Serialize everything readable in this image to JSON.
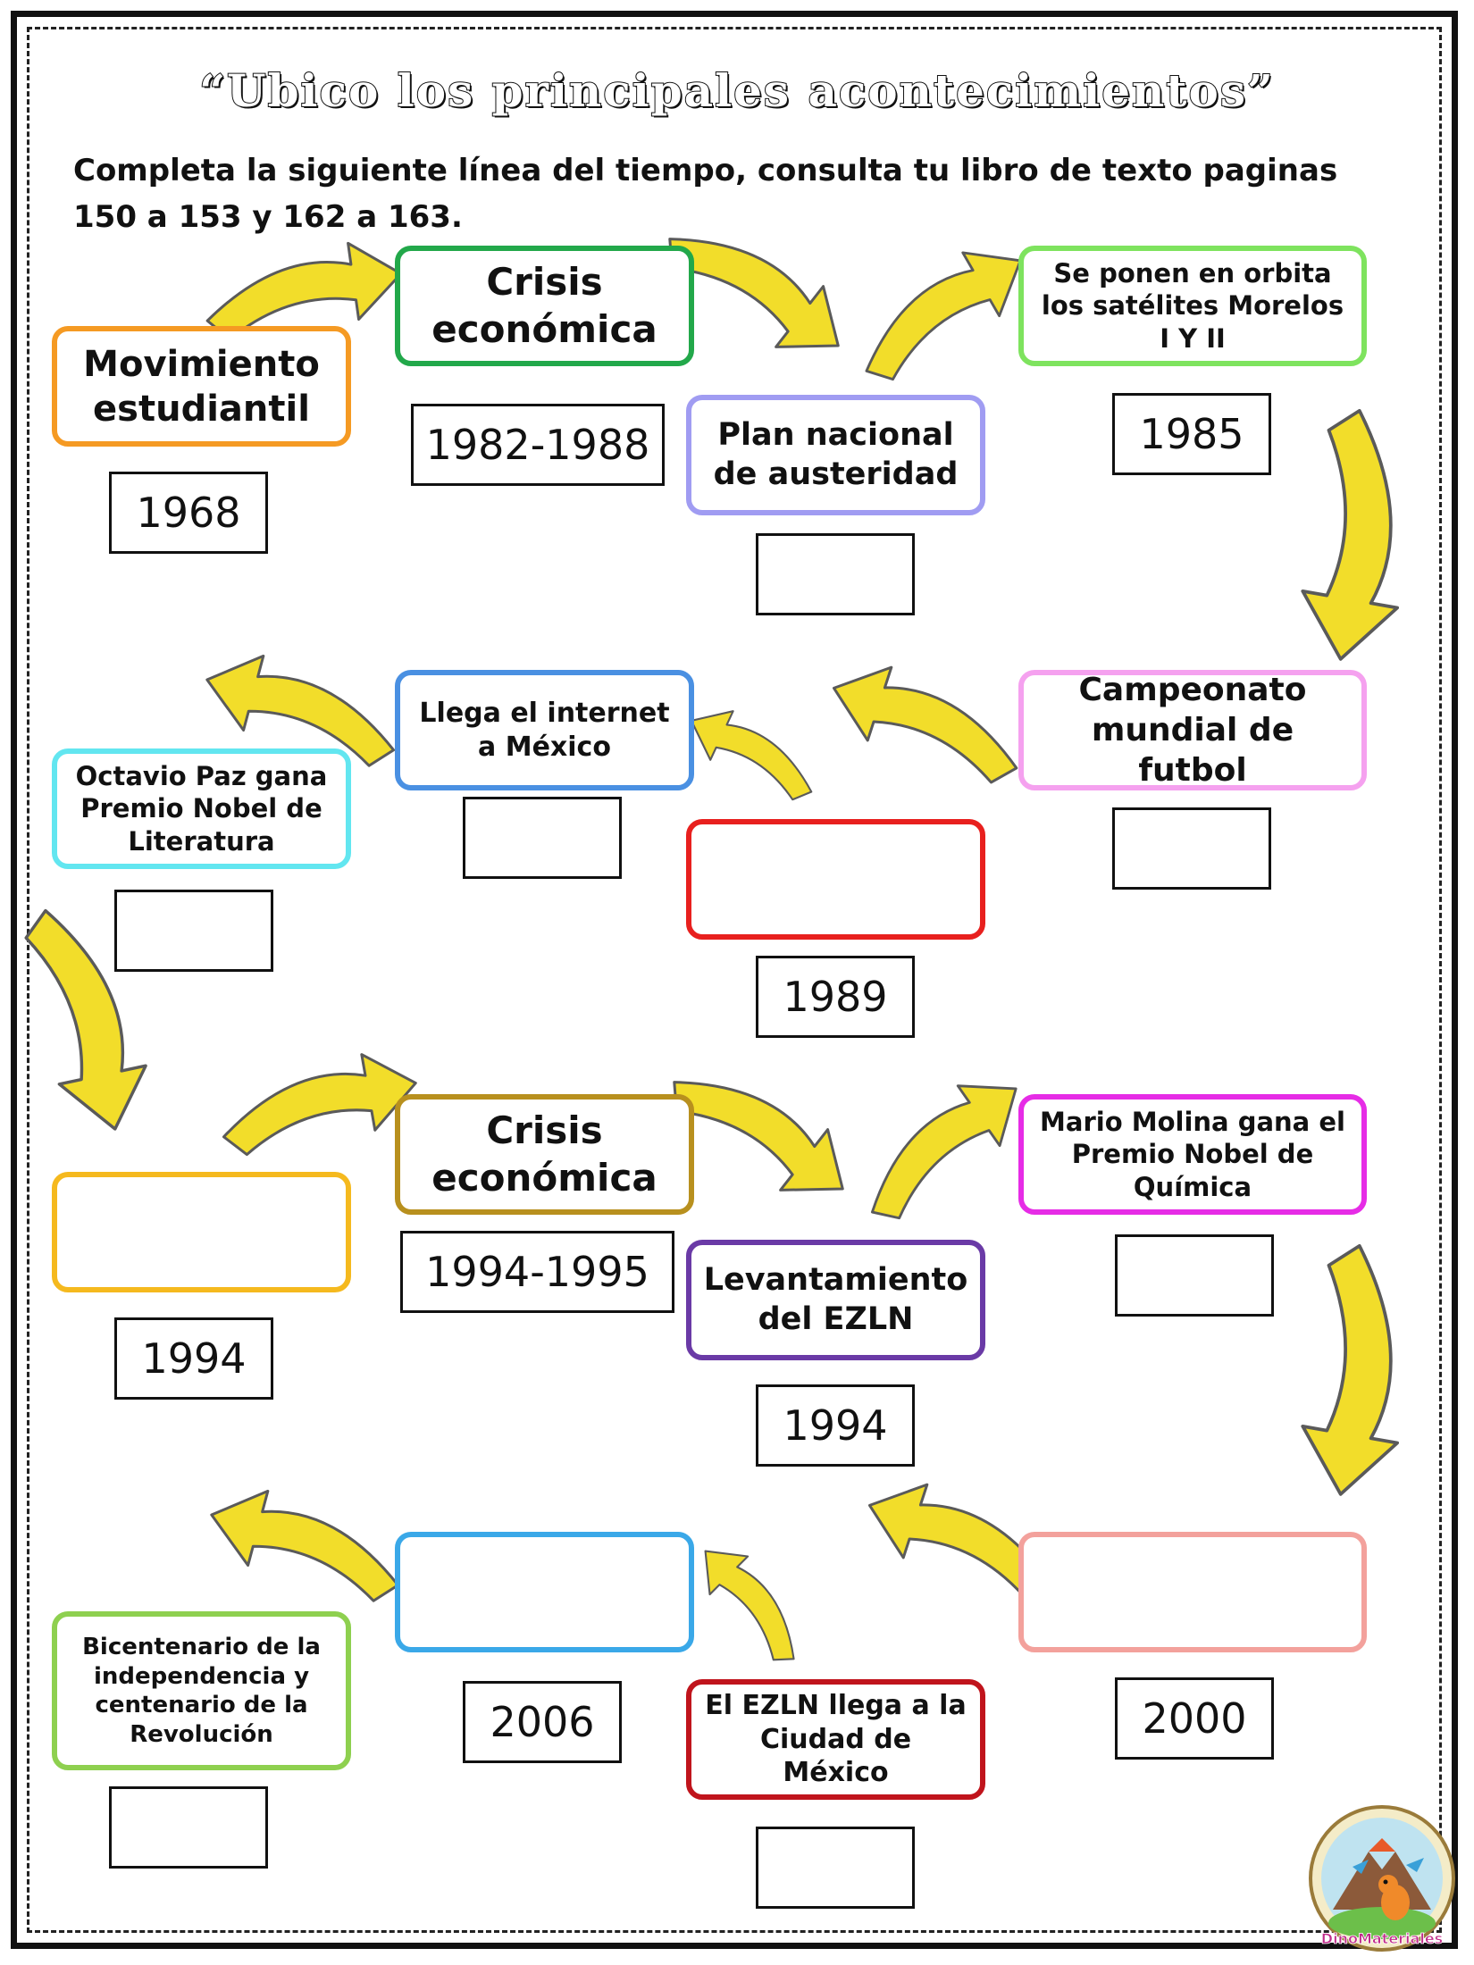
{
  "title": "“Ubico los principales acontecimientos”",
  "instructions": "Completa la siguiente línea del tiempo, consulta tu libro de texto paginas 150 a 153 y 162 a 163.",
  "colors": {
    "arrow_fill": "#f2dd2a",
    "arrow_stroke": "#5a5a5a",
    "frame": "#111111",
    "box_orange": "#f59a23",
    "box_green_dark": "#22a84a",
    "box_lavender": "#a09cf2",
    "box_light_green": "#7ee35e",
    "box_pink": "#f5a1ef",
    "box_blue": "#4a90e2",
    "box_red": "#e8201e",
    "box_cyan": "#62e6f0",
    "box_gold": "#b8901e",
    "box_purple": "#6a3aa6",
    "box_magenta": "#e62ce6",
    "box_yellow": "#f5b91e",
    "box_sky": "#3aa8e8",
    "box_salmon": "#f3a19c",
    "box_lime": "#8ed04f",
    "box_dark_red": "#c0141c"
  },
  "events": {
    "movimiento": "Movimiento estudiantil",
    "crisis1": "Crisis económica",
    "plan": "Plan nacional de austeridad",
    "satelites": "Se ponen en orbita los satélites Morelos I Y II",
    "campeonato": "Campeonato mundial de futbol",
    "internet": "Llega el internet a México",
    "red_blank": "",
    "octavio": "Octavio Paz gana Premio Nobel de Literatura",
    "crisis2": "Crisis económica",
    "ezln": "Levantamiento del EZLN",
    "molina": "Mario Molina gana el Premio Nobel de Química",
    "yellow_blank": "",
    "sky_blank": "",
    "salmon_blank": "",
    "bicentenario": "Bicentenario de la independencia y centenario de la Revolución",
    "ezln_cdmx": "El EZLN llega a la Ciudad de México"
  },
  "dates": {
    "movimiento": "1968",
    "crisis1": "1982-1988",
    "plan": "",
    "satelites": "1985",
    "campeonato": "",
    "internet": "",
    "red_blank": "1989",
    "octavio": "",
    "crisis2": "1994-1995",
    "ezln": "1994",
    "molina": "",
    "yellow_blank": "1994",
    "sky_blank": "2006",
    "salmon_blank": "2000",
    "bicentenario": "",
    "ezln_cdmx": ""
  },
  "logo_icon": "dinomateriales-logo",
  "logo_text": "DinoMateriales"
}
